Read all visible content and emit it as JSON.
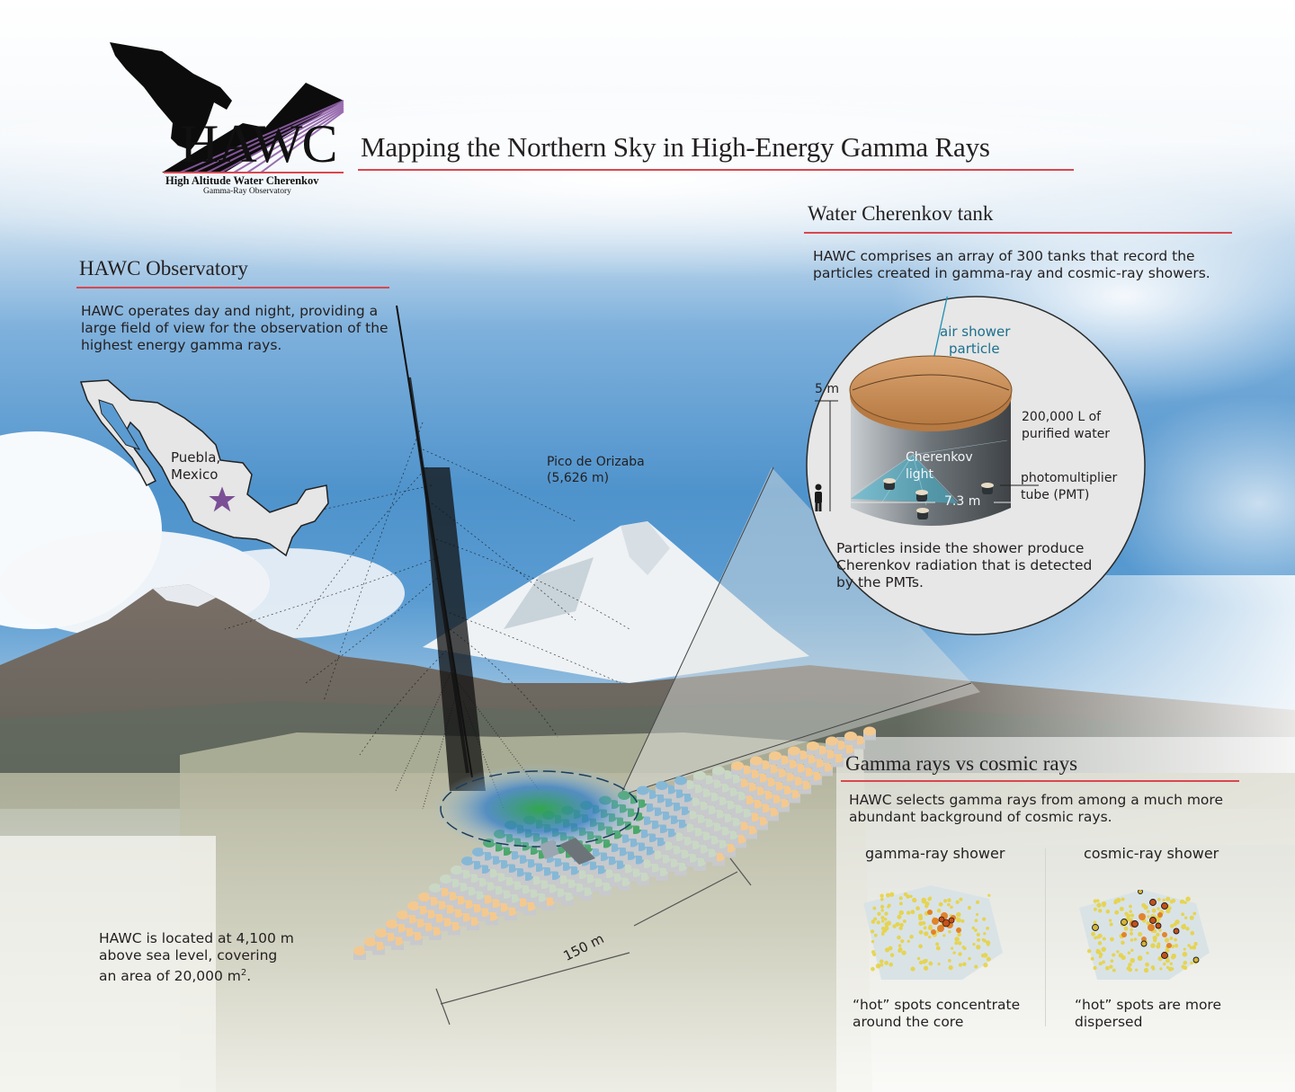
{
  "header": {
    "logo": {
      "acronym": "HAWC",
      "full_name": "High Altitude Water Cherenkov",
      "subtitle": "Gamma-Ray Observatory",
      "icon": "eagle-mountain-logo"
    },
    "title": "Mapping the Northern Sky in High-Energy Gamma Rays"
  },
  "observatory": {
    "heading": "HAWC Observatory",
    "description": "HAWC operates day and night, providing a large field of view for the observation of the highest energy gamma rays.",
    "map": {
      "location_line1": "Puebla,",
      "location_line2": "Mexico",
      "marker_icon": "star-icon",
      "marker_color": "#7b4f95"
    },
    "location_text_line1": "HAWC is located at 4,100 m",
    "location_text_line2": "above sea level, covering",
    "location_text_line3": "an area of 20,000 m",
    "location_text_sup": "2",
    "location_text_end": "."
  },
  "mountain": {
    "name": "Pico de Orizaba",
    "elevation": "(5,626 m)"
  },
  "array": {
    "scale_label": "150 m",
    "tank_count": 300
  },
  "tank": {
    "heading": "Water Cherenkov tank",
    "description": "HAWC comprises an array of 300 tanks that record the particles created in gamma-ray and cosmic-ray showers.",
    "air_shower_line1": "air shower",
    "air_shower_line2": "particle",
    "height_label": "5 m",
    "volume_line1": "200,000 L of",
    "volume_line2": "purified water",
    "cherenkov_line1": "Cherenkov",
    "cherenkov_line2": "light",
    "pmt_line1": "photomultiplier",
    "pmt_line2": "tube (PMT)",
    "diameter_label": "7.3 m",
    "caption": "Particles inside the shower produce Cherenkov radiation that is detected by the PMTs."
  },
  "comparison": {
    "heading": "Gamma rays vs cosmic rays",
    "description": "HAWC selects gamma rays from among a much more abundant background of cosmic rays.",
    "panels": [
      {
        "title": "gamma-ray shower",
        "caption": "“hot” spots concentrate around the core"
      },
      {
        "title": "cosmic-ray shower",
        "caption": "“hot” spots are more dispersed"
      }
    ]
  },
  "colors": {
    "accent_rule": "#d9474f",
    "sky": "#4f93cc",
    "tank_lid": "#c98e55",
    "cherenkov": "#3fb4cf",
    "star": "#7b4f95"
  }
}
